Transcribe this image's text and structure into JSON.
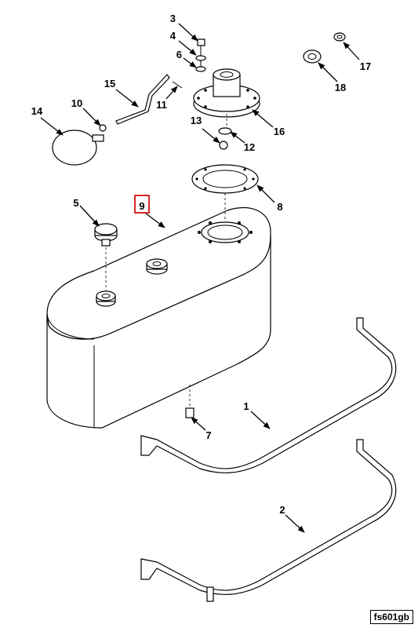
{
  "figure_id": "fs601gb",
  "highlight_color": "#d62828",
  "callouts": [
    {
      "id": "c1",
      "label": "1"
    },
    {
      "id": "c2",
      "label": "2"
    },
    {
      "id": "c3",
      "label": "3"
    },
    {
      "id": "c4",
      "label": "4"
    },
    {
      "id": "c5",
      "label": "5"
    },
    {
      "id": "c6",
      "label": "6"
    },
    {
      "id": "c7",
      "label": "7"
    },
    {
      "id": "c8",
      "label": "8"
    },
    {
      "id": "c9",
      "label": "9",
      "highlighted": true
    },
    {
      "id": "c10",
      "label": "10"
    },
    {
      "id": "c11",
      "label": "11"
    },
    {
      "id": "c12",
      "label": "12"
    },
    {
      "id": "c13",
      "label": "13"
    },
    {
      "id": "c14",
      "label": "14"
    },
    {
      "id": "c15",
      "label": "15"
    },
    {
      "id": "c16",
      "label": "16"
    },
    {
      "id": "c17",
      "label": "17"
    },
    {
      "id": "c18",
      "label": "18"
    }
  ]
}
